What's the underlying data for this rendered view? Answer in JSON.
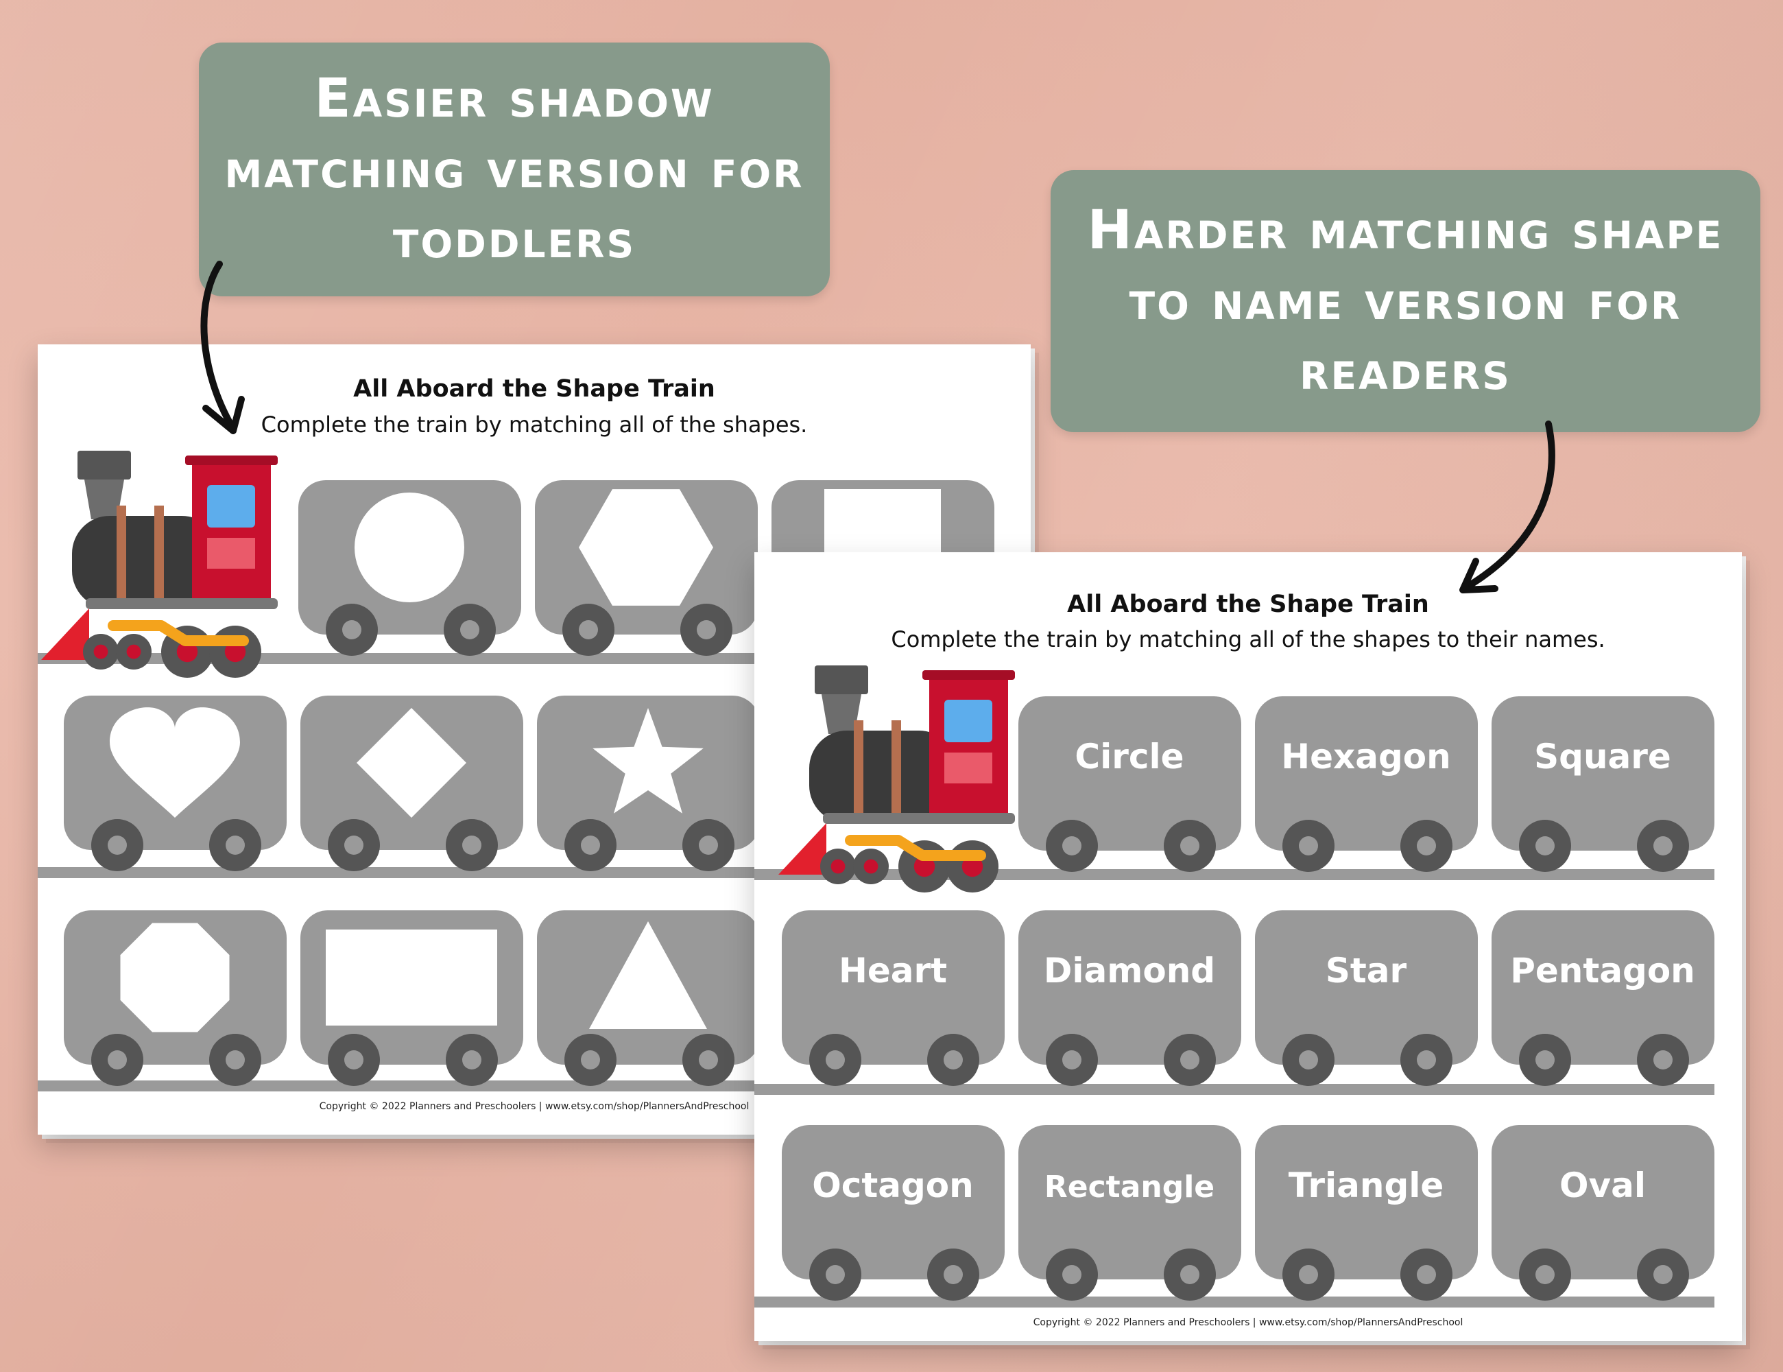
{
  "callouts": {
    "easy": "Easier shadow matching version for toddlers",
    "hard": "Harder matching shape to name version for readers"
  },
  "easy_sheet": {
    "title": "All Aboard the Shape Train",
    "subtitle": "Complete the train by matching all of the shapes.",
    "footer": "Copyright © 2022 Planners and Preschoolers | www.etsy.com/shop/PlannersAndPreschool",
    "shapes": [
      "circle",
      "hexagon",
      "square",
      "heart",
      "diamond",
      "star",
      "octagon",
      "rectangle",
      "triangle"
    ]
  },
  "hard_sheet": {
    "title": "All Aboard the Shape Train",
    "subtitle": "Complete the train by matching all of the shapes to their names.",
    "footer": "Copyright © 2022 Planners and Preschoolers | www.etsy.com/shop/PlannersAndPreschool",
    "cars": [
      "Circle",
      "Hexagon",
      "Square",
      "Heart",
      "Diamond",
      "Star",
      "Pentagon",
      "Octagon",
      "Rectangle",
      "Triangle",
      "Oval"
    ]
  },
  "colors": {
    "background": "#e8b3a3",
    "callout": "#879a8b",
    "car": "#999999",
    "wheel": "#555555",
    "track": "#9a9a9a",
    "engine_red": "#c8102e",
    "engine_black": "#3a3a3a",
    "window_blue": "#5dadec",
    "accent_orange": "#f4a31c"
  }
}
